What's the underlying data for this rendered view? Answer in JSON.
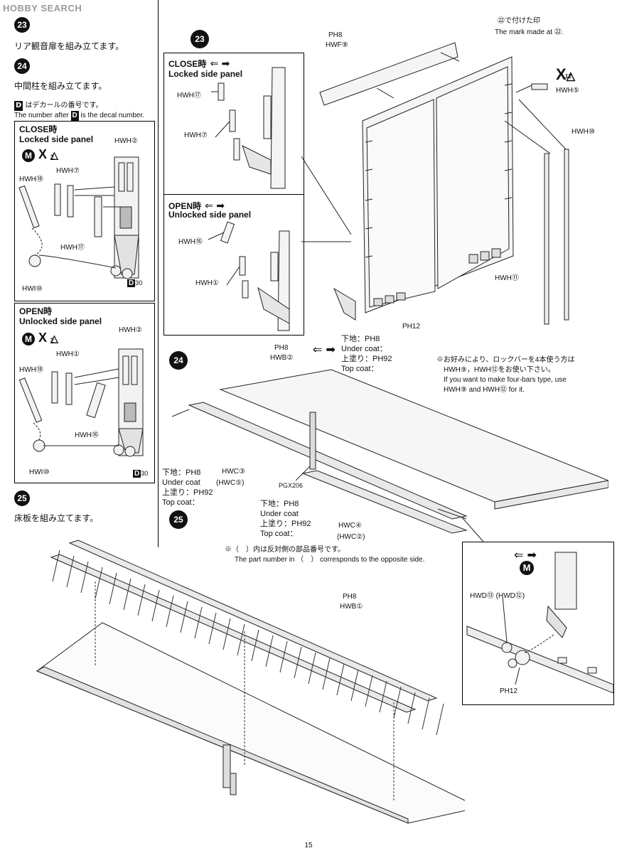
{
  "header": {
    "logo_text": "HOBBY SEARCH"
  },
  "left": {
    "step23": {
      "number": "23",
      "text_jp": "リア観音扉を組み立てます。"
    },
    "step24": {
      "number": "24",
      "text_jp": "中間柱を組み立てます。"
    },
    "decal_note": {
      "badge": "D",
      "jp": "はデカールの番号です。",
      "en_prefix": "The number after",
      "en_suffix": "is the decal number."
    },
    "close_box": {
      "title_jp": "CLOSE時",
      "title_en": "Locked side panel",
      "mx_m": "M",
      "mx_x": "X",
      "mx_tri": "2",
      "labels": [
        "HWH②",
        "HWH⑱",
        "HWH⑦",
        "HWH⑰",
        "HWI⑩",
        "D",
        "30"
      ]
    },
    "open_box": {
      "title_jp": "OPEN時",
      "title_en": "Unlocked side panel",
      "mx_m": "M",
      "mx_x": "X",
      "mx_tri": "2",
      "labels": [
        "HWH②",
        "HWH①",
        "HWH⑱",
        "HWH⑯",
        "HWI⑩",
        "D",
        "30"
      ]
    },
    "step25": {
      "number": "25",
      "text_jp": "床板を組み立てます。"
    }
  },
  "right": {
    "step23_circle": "23",
    "inset_close": {
      "title_jp": "CLOSE時",
      "title_en": "Locked side panel",
      "labels": [
        "HWH⑰",
        "HWH⑦"
      ]
    },
    "inset_open": {
      "title_jp": "OPEN時",
      "title_en": "Unlocked side panel",
      "labels": [
        "HWH⑯",
        "HWH①"
      ]
    },
    "top_parts": {
      "ph": "PH8",
      "hwf": "HWF⑨"
    },
    "mark": {
      "jp": "㉒で付けた印",
      "en": "The mark made at ㉒."
    },
    "x12": {
      "x": "X",
      "tri": "12",
      "part": "HWH⑤"
    },
    "hwh10": "HWH⑩",
    "hwh11": "HWH⑪",
    "ph12": "PH12",
    "coat_block_1": {
      "jp": "下地：PH8",
      "under": "Under coat：",
      "top_jp": "上塗り：PH92",
      "top": "Top coat："
    },
    "note": {
      "jp1": "※お好みにより、ロックバーを4本使う方は",
      "jp2": "HWH⑨，HWH⑫をお使い下さい。",
      "en1": "If you want to make four-bars type, use",
      "en2": "HWH⑨ and HWH⑫ for it."
    },
    "step24_circle": "24",
    "hwb2": {
      "ph": "PH8",
      "part": "HWB②"
    },
    "hwc3": {
      "jp": "下地：PH8",
      "under": "Under coat",
      "top_jp": "上塗り：PH92",
      "top": "Top coat：",
      "part": "HWC③",
      "alt": "(HWC⑤)"
    },
    "pgx": "PGX206",
    "hwc4": {
      "jp": "下地：PH8",
      "under": "Under coat",
      "top_jp": "上塗り：PH92",
      "top": "Top coat：",
      "part": "HWC④",
      "alt": "(HWC②)"
    },
    "step25_circle": "25",
    "opposite_note": {
      "jp": "※（　）内は反対側の部品番号です。",
      "en": "The part number in （　） corresponds to the opposite side."
    },
    "hwb1": {
      "ph": "PH8",
      "part": "HWB①"
    },
    "detail": {
      "m": "M",
      "label": "HWD⑬ (HWD⑫)",
      "ph": "PH12"
    }
  },
  "page_number": "15"
}
